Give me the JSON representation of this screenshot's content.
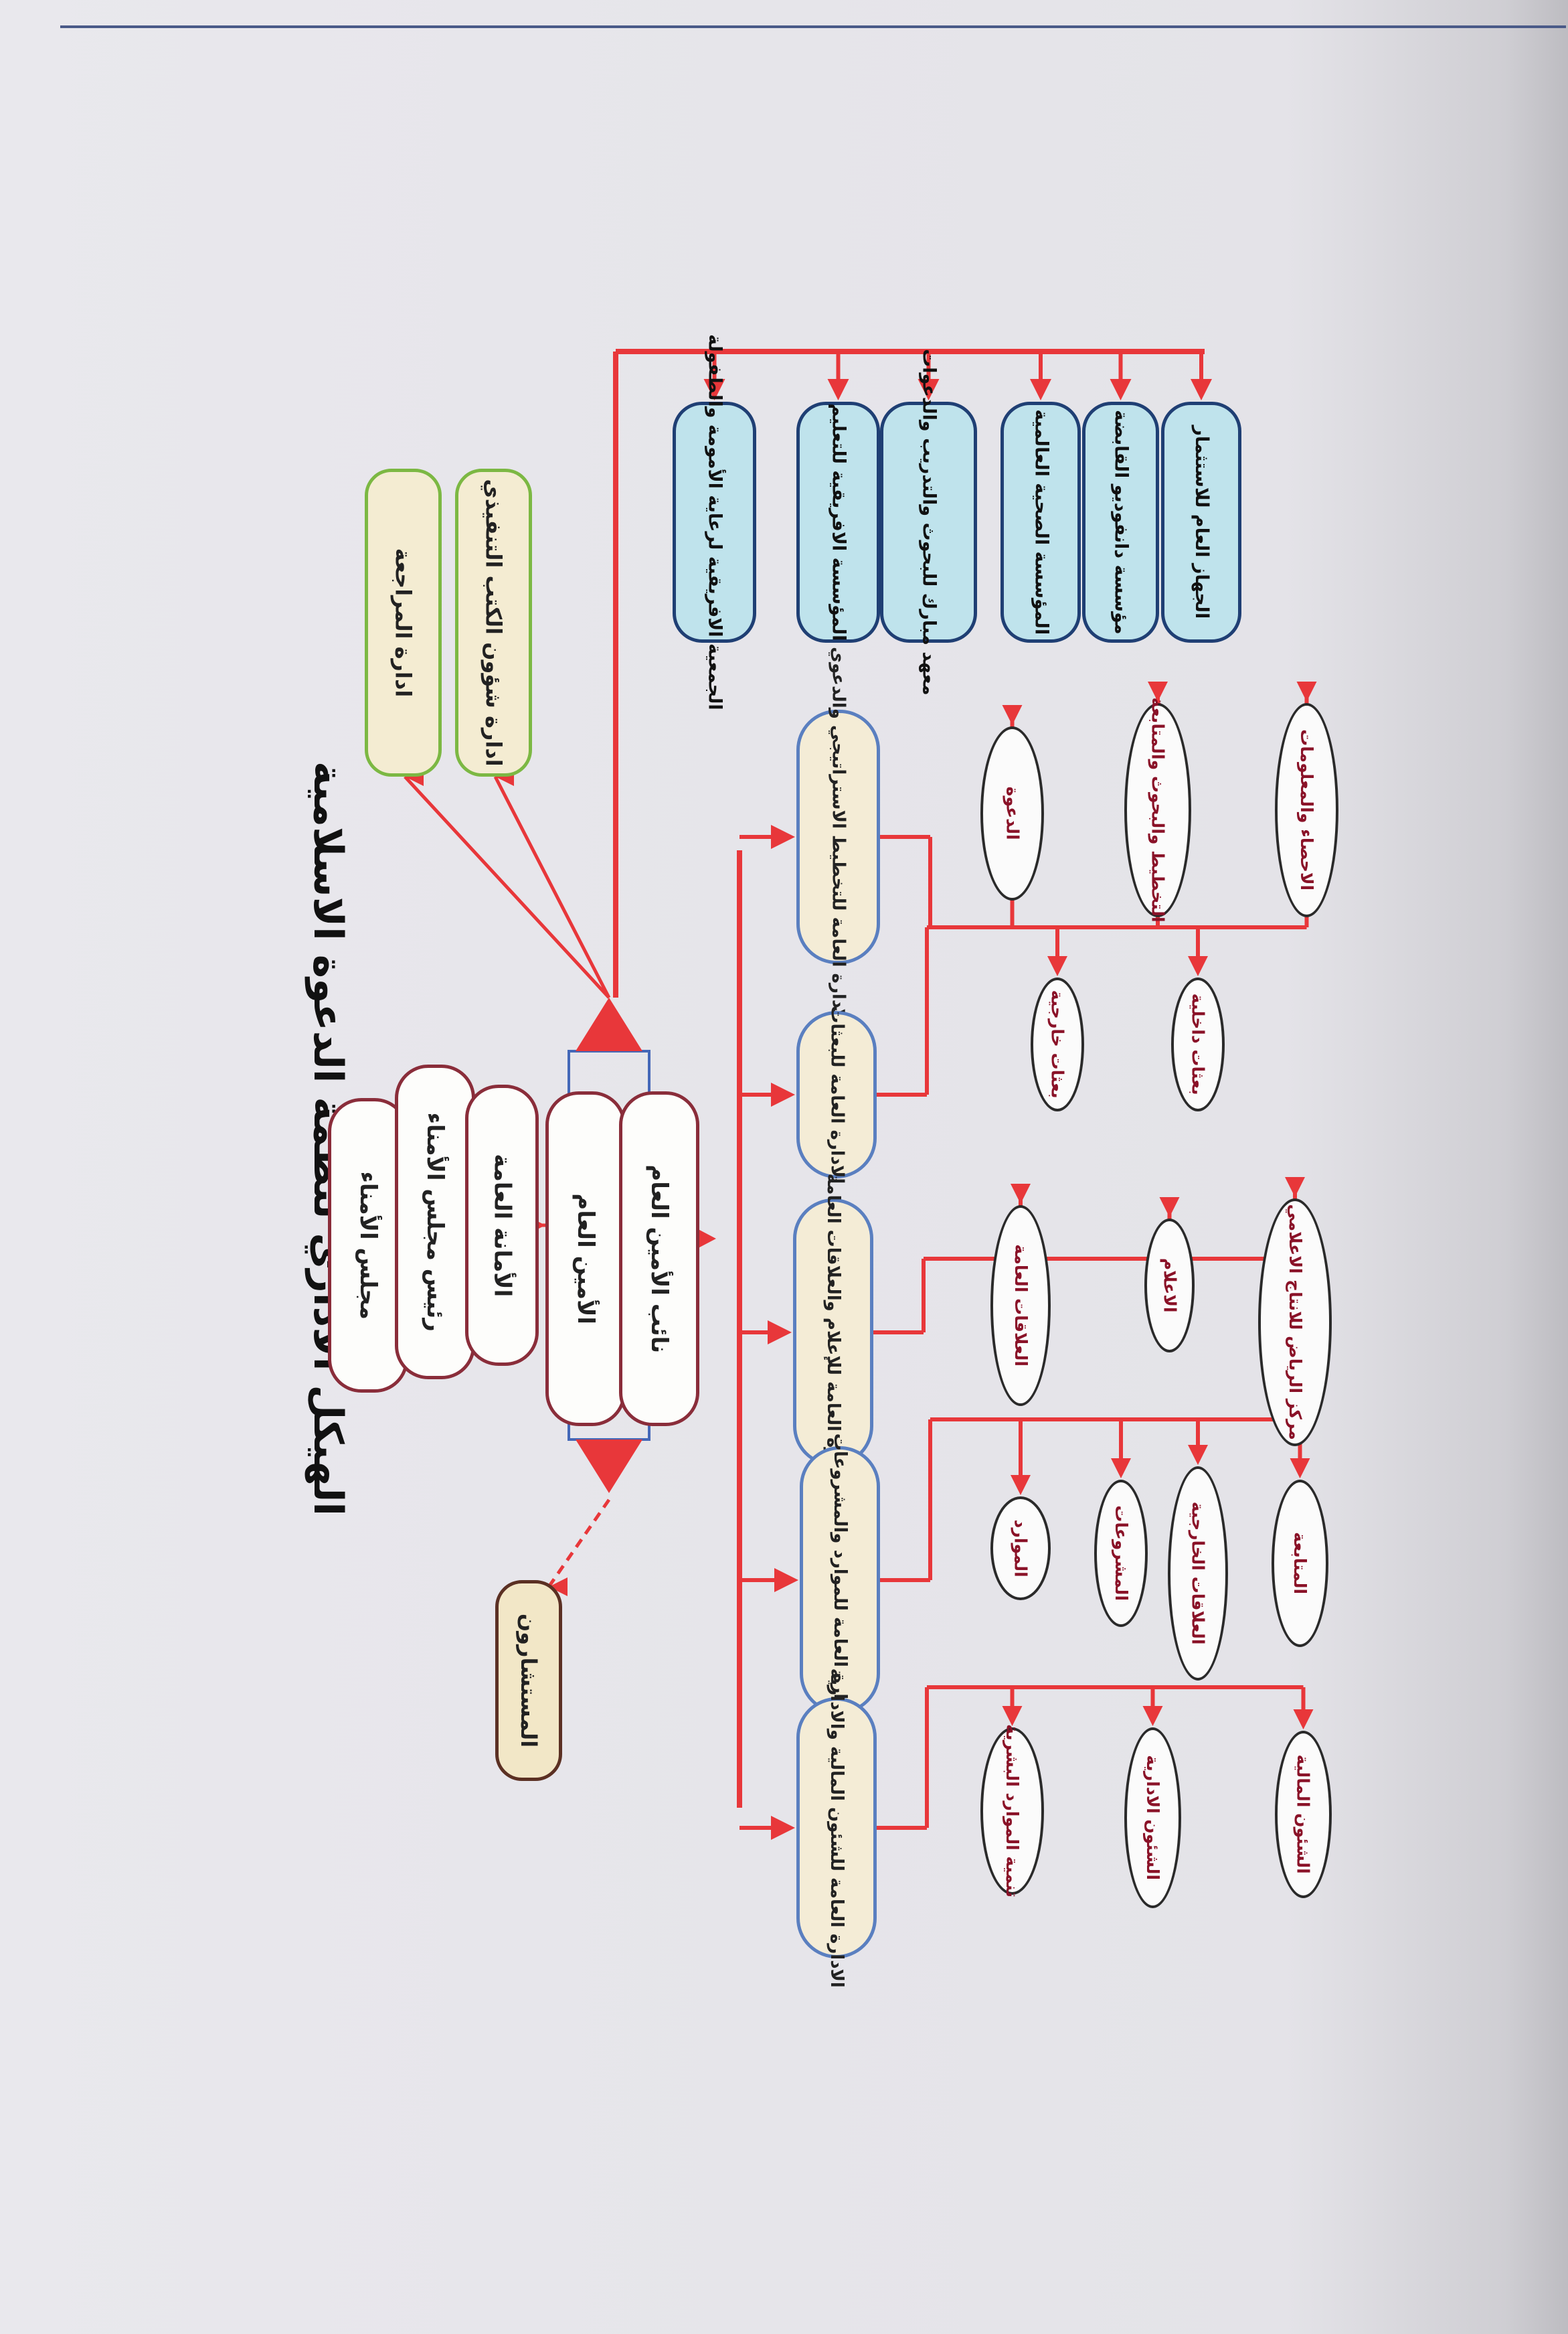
{
  "title": "الهيكل الاداري لنظمة الدعوة الاسلامية",
  "leadership": [
    "مجلس الأمناء",
    "رئيس مجلس الأمناء",
    "الأمانة العامة",
    "الأمين العام",
    "نائب الأمين العام"
  ],
  "staff_offices": [
    "ادارة المراجعة",
    "ادارة شؤون الكتب التنفيذي"
  ],
  "advisor": "المستشارون",
  "institutions": [
    "الجمعية الافريقية لرعاية الأمومة والطفولة",
    "المؤسسة الافريقية للتعليم",
    "معهد مبارك للبحوث والتدريب والدعوات",
    "المؤسسة الصحية العالمية",
    "مؤسسة دانفوديو القابضة",
    "الجهاز العام للاستثمار"
  ],
  "departments": [
    {
      "name": "الادارة العامة للتخطيط الاستراتيجي والدعوي",
      "units": [
        "الدعوة",
        "التخطيط والبحوث والمتابعة",
        "الاحصاء والمعلومات"
      ]
    },
    {
      "name": "الادارة العامة للبعثات",
      "units": [
        "بعثات خارجية",
        "بعثات داخلية"
      ]
    },
    {
      "name": "الادارة العامة للإعلام والعلاقات العامة",
      "units": [
        "العلاقات العامة",
        "الاعلام",
        "مركز الرياض للانتاج الاعلامي"
      ]
    },
    {
      "name": "الادارة العامة للموارد والمشروعات",
      "units": [
        "الموارد",
        "المشروعات",
        "العلاقات الخارجية",
        "المتابعة"
      ]
    },
    {
      "name": "الادارة العامة للشئون المالية والادارية",
      "units": [
        "تنمية الموارد البشرية",
        "الشئون الادارية",
        "الشئون المالية"
      ]
    }
  ],
  "colors": {
    "connector": "#e8373a",
    "leadership_border": "#8a2d3a",
    "staff_border": "#7cb843",
    "department_border": "#5a7fc0",
    "institution_fill": "#bfe3ec",
    "institution_border": "#1f3f74",
    "unit_text": "#8a1228"
  }
}
